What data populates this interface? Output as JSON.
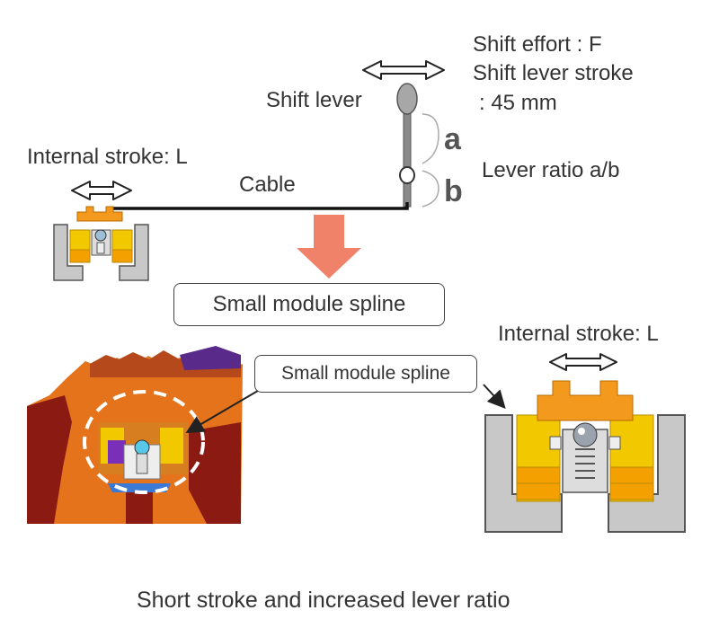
{
  "labels": {
    "shift_effort": "Shift effort : F",
    "lever_stroke": "Shift lever stroke",
    "lever_stroke_value": ": 45 mm",
    "shift_lever": "Shift lever",
    "a": "a",
    "b": "b",
    "lever_ratio": "Lever ratio  a/b",
    "internal_stroke_top": "Internal stroke: L",
    "cable": "Cable",
    "small_module_spline_main": "Small module spline",
    "small_module_spline_callout": "Small module spline",
    "internal_stroke_bottom": "Internal stroke: L",
    "caption": "Short stroke and increased lever ratio"
  },
  "colors": {
    "orange": "#f39a1e",
    "yellow": "#f2c800",
    "housing_gray": "#c8c8c8",
    "arrow_salmon": "#f0826a",
    "gear_orange": "#e4731c",
    "dark_red": "#8a1a12"
  }
}
